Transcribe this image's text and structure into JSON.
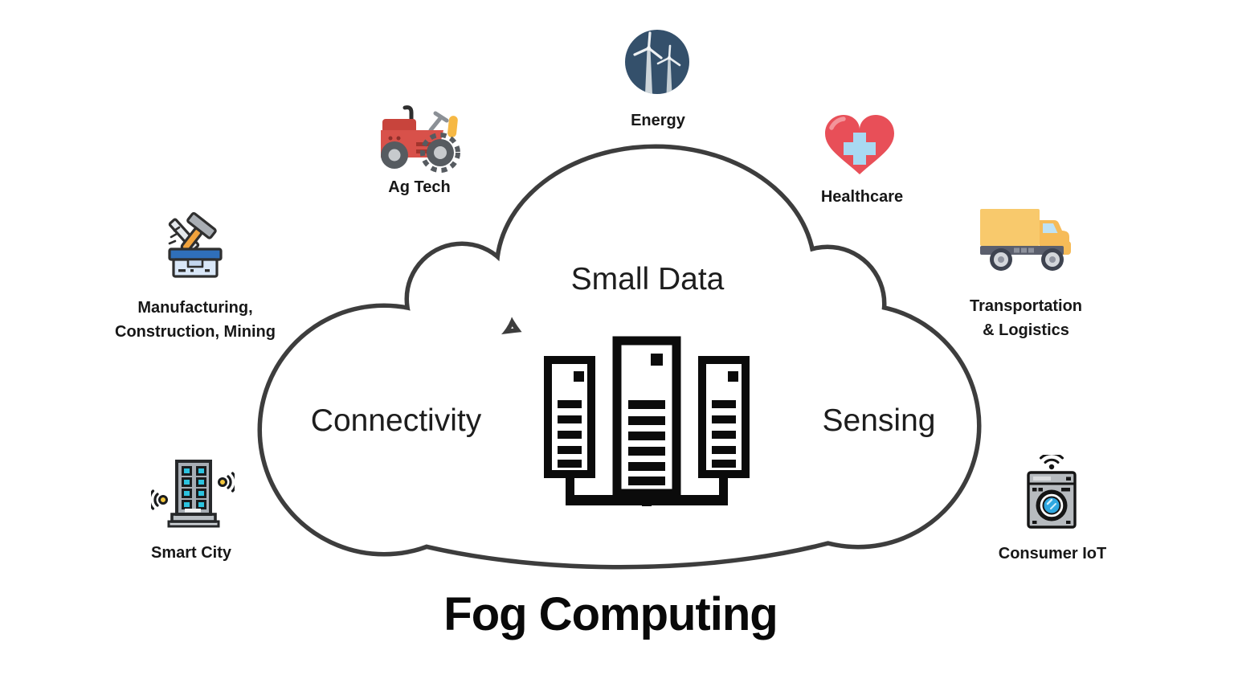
{
  "title": "Fog Computing",
  "cloud": {
    "center_top_label": "Small Data",
    "left_label": "Connectivity",
    "right_label": "Sensing",
    "center_icon": "server-cluster-icon",
    "outline_color": "#3d3d3d"
  },
  "sectors": {
    "energy": {
      "label": "Energy",
      "icon": "wind-turbine-icon",
      "icon_bg": "#34506b"
    },
    "ag_tech": {
      "label": "Ag Tech",
      "icon": "tractor-icon",
      "accent": "#d8514a"
    },
    "healthcare": {
      "label": "Healthcare",
      "icon": "heart-medical-cross-icon",
      "accent": "#e84f58",
      "cross_color": "#a8d9f2"
    },
    "transportation": {
      "label_line1": "Transportation",
      "label_line2": "& Logistics",
      "icon": "truck-icon",
      "accent": "#f8c96c"
    },
    "manufacturing": {
      "label_line1": "Manufacturing,",
      "label_line2": "Construction, Mining",
      "icon": "toolbox-icon",
      "accent": "#2f6fba"
    },
    "smart_city": {
      "label": "Smart City",
      "icon": "smart-building-icon",
      "accent": "#2cc3df"
    },
    "consumer_iot": {
      "label": "Consumer IoT",
      "icon": "smart-washer-icon",
      "accent": "#2ea7e0"
    }
  },
  "colors": {
    "text": "#171717",
    "title": "#090909",
    "cloud_outline": "#3d3d3d",
    "server_icon": "#0b0b0b"
  }
}
